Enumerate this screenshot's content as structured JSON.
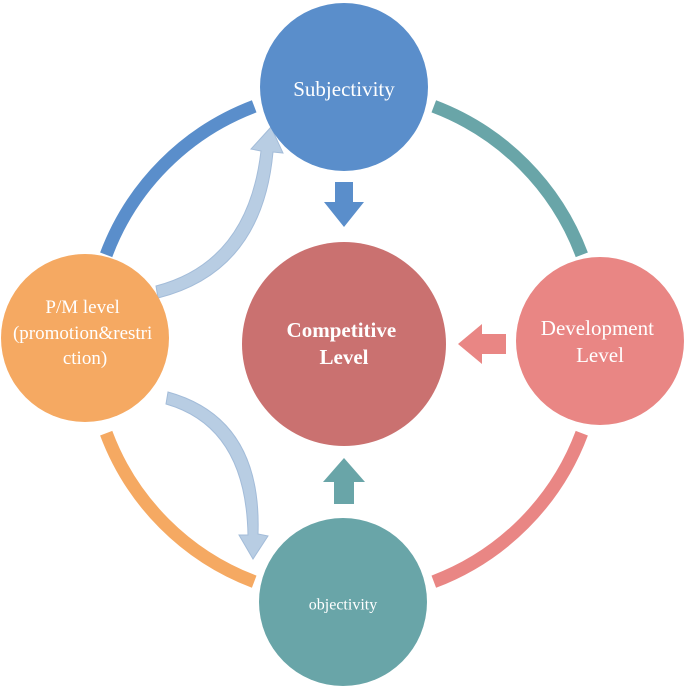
{
  "nodes": {
    "top": {
      "label": "Subjectivity",
      "color": "#5a8ecb"
    },
    "left": {
      "lines": [
        "P/M level",
        "(promotion&restri",
        "ction)"
      ],
      "color": "#f5a962"
    },
    "right": {
      "lines": [
        "Development",
        "Level"
      ],
      "color": "#e98684"
    },
    "bottom": {
      "label": "objectivity",
      "color": "#69a5a8"
    },
    "center": {
      "lines": [
        "Competitive",
        "Level"
      ],
      "color": "#ca7170"
    }
  },
  "ring_colors": {
    "top_left": "#5a8ecb",
    "top_right": "#69a5a8",
    "bottom_right": "#e98684",
    "bottom_left": "#f5a962"
  },
  "arrow_colors": {
    "from_top": "#5a8ecb",
    "from_right": "#e98684",
    "from_bottom": "#69a5a8",
    "curved": "#b8cde3"
  }
}
